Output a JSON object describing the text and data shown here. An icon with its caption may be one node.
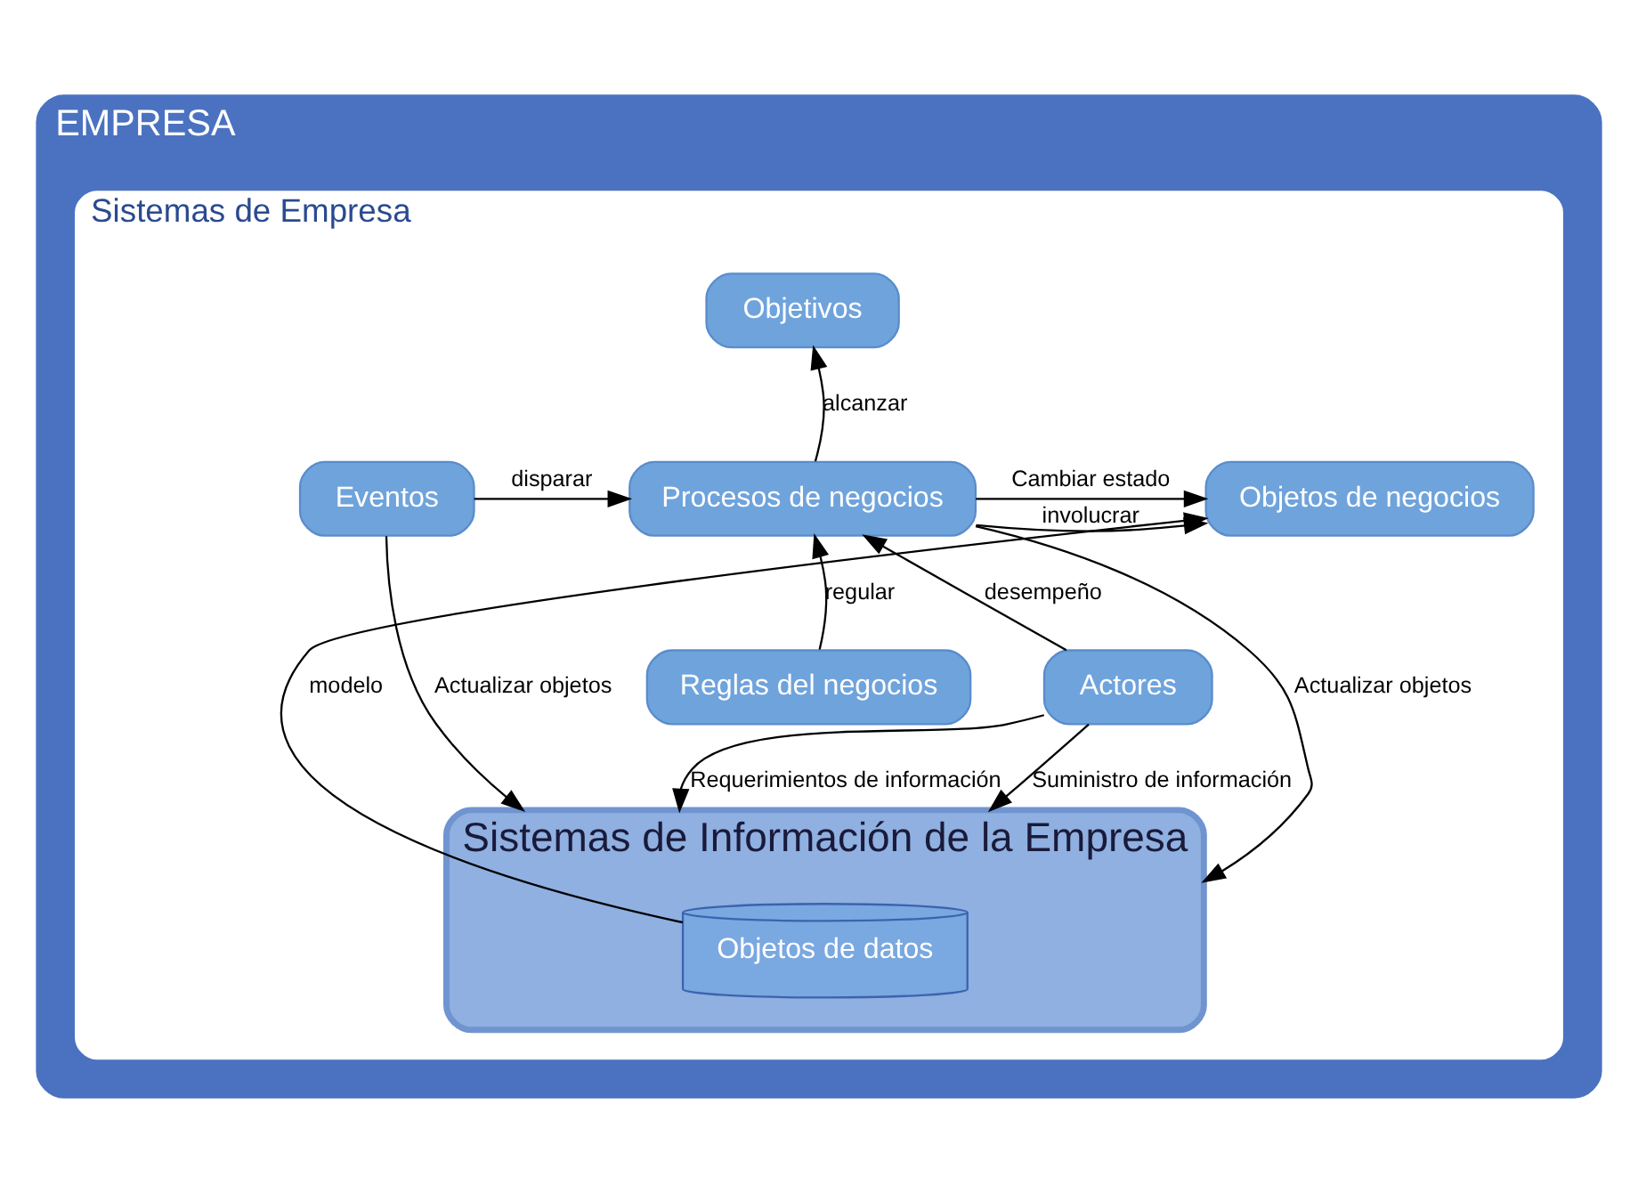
{
  "diagram": {
    "nodes": [
      {
        "text": [
          "EMPRESA"
        ]
      },
      {
        "text": [
          "Sistemas de Empresa"
        ],
        "in": 0
      },
      {
        "text": [
          "Objetivos"
        ],
        "in": 1
      },
      {
        "text": [
          "Eventos"
        ],
        "in": 1
      },
      {
        "text": [
          "Procesos de negocios"
        ],
        "in": 1
      },
      {
        "text": [
          "Objetos de negocios"
        ],
        "in": 1
      },
      {
        "text": [
          "Reglas del negocios"
        ],
        "in": 1
      },
      {
        "text": [
          "Actores"
        ],
        "in": 1
      },
      {
        "text": [
          "Sistemas de Información de la Empresa"
        ],
        "in": 1
      },
      {
        "text": [
          "Objetos de datos"
        ],
        "in": 8
      }
    ],
    "edges": [
      {
        "from": 4,
        "to": 2,
        "arrow": "to",
        "label": "alcanzar"
      },
      {
        "from": 3,
        "to": 4,
        "arrow": "to",
        "label": "disparar"
      },
      {
        "from": 4,
        "to": 5,
        "arrow": "to",
        "label": "involucrar"
      },
      {
        "from": 4,
        "to": 5,
        "arrow": "to",
        "label": "Cambiar estado"
      },
      {
        "from": 6,
        "to": 4,
        "arrow": "to",
        "label": "regular"
      },
      {
        "from": 7,
        "to": 4,
        "arrow": "to",
        "label": "desempeño"
      },
      {
        "from": 3,
        "to": 8,
        "arrow": "to",
        "label": "Actualizar objetos"
      },
      {
        "from": 4,
        "to": 8,
        "arrow": "to",
        "label": "Actualizar objetos"
      },
      {
        "from": 7,
        "to": 8,
        "arrow": "to",
        "label": "Requerimientos de información"
      },
      {
        "from": 7,
        "to": 8,
        "arrow": "to",
        "label": "Suministro de información"
      },
      {
        "from": 9,
        "to": 5,
        "arrow": "to",
        "label": "modelo"
      }
    ]
  }
}
